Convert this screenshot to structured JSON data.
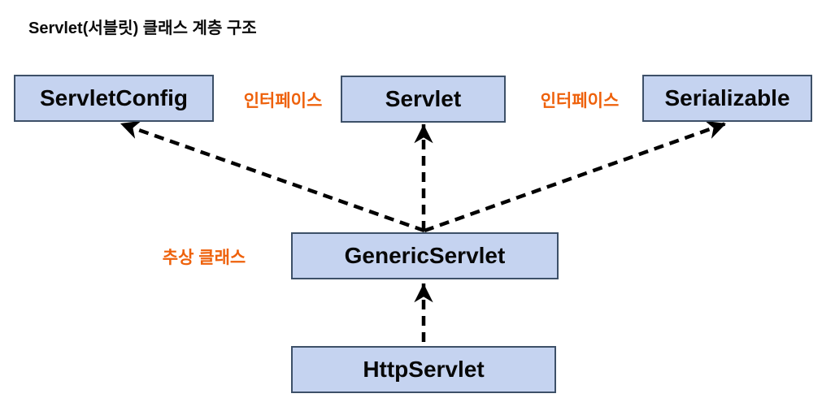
{
  "title": "Servlet(서블릿) 클래스 계층 구조",
  "colors": {
    "background": "#ffffff",
    "box_fill": "#c5d3f0",
    "box_border": "#3d5068",
    "label_orange": "#ee610b",
    "arrow": "#000000"
  },
  "nodes": {
    "servlet_config": {
      "label": "ServletConfig"
    },
    "servlet": {
      "label": "Servlet"
    },
    "serializable": {
      "label": "Serializable"
    },
    "generic_servlet": {
      "label": "GenericServlet"
    },
    "http_servlet": {
      "label": "HttpServlet"
    }
  },
  "annotations": {
    "interface_left": "인터페이스",
    "interface_right": "인터페이스",
    "abstract_class": "추상 클래스"
  },
  "relations": [
    {
      "from": "GenericServlet",
      "to": "ServletConfig",
      "style": "dashed-arrow"
    },
    {
      "from": "GenericServlet",
      "to": "Servlet",
      "style": "dashed-arrow"
    },
    {
      "from": "GenericServlet",
      "to": "Serializable",
      "style": "dashed-arrow"
    },
    {
      "from": "HttpServlet",
      "to": "GenericServlet",
      "style": "dashed-arrow"
    }
  ]
}
